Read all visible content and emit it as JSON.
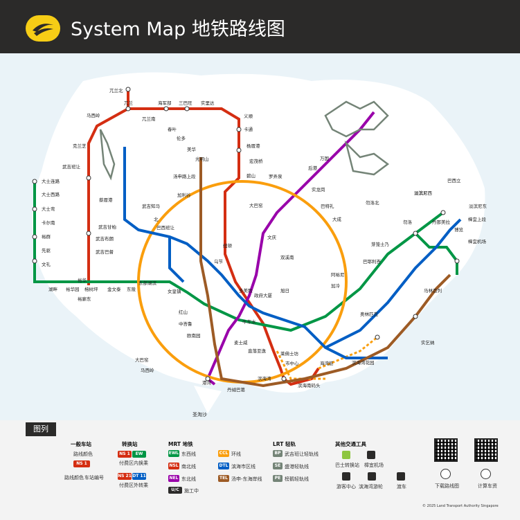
{
  "header": {
    "title": "System Map 地铁路线图"
  },
  "legend": {
    "tab": "图列",
    "station_title": "一般车站",
    "station_name_sample": "路线颜色",
    "station_code": "NS 1",
    "station_line": "路线颜色",
    "station_number": "车站编号",
    "interchange_title": "转换站",
    "interchange_paid": "付费区内换乘",
    "interchange_unpaid": "付费区外转乘",
    "mrt_title": "MRT 地铁",
    "lrt_title": "LRT 轻轨",
    "other_title": "其他交通工具",
    "mrt_lines": [
      {
        "code": "EWL",
        "name": "东西线",
        "color": "#009645"
      },
      {
        "code": "NSL",
        "name": "南北线",
        "color": "#d42e12"
      },
      {
        "code": "NEL",
        "name": "东北线",
        "color": "#9900aa"
      },
      {
        "code": "CCL",
        "name": "环线",
        "color": "#fa9e0d"
      },
      {
        "code": "DTL",
        "name": "滨海市区线",
        "color": "#005ec4"
      },
      {
        "code": "TEL",
        "name": "汤申-东海岸线",
        "color": "#9d5b25"
      }
    ],
    "under_construction": "施工中",
    "lrt_lines": [
      {
        "code": "BP",
        "name": "武吉班让轻轨线",
        "color": "#748477"
      },
      {
        "code": "SE",
        "name": "盛港轻轨线",
        "color": "#748477"
      },
      {
        "code": "PE",
        "name": "榜鹅轻轨线",
        "color": "#748477"
      }
    ],
    "other": [
      "巴士转换站",
      "樟宜机场",
      "游客中心",
      "滨海湾游轮",
      "渡车"
    ],
    "download": "下载路线图",
    "fares": "计算车资",
    "copyright": "© 2025 Land Transport Authority Singapore"
  },
  "map": {
    "station_labels": [
      "兀兰北",
      "兀兰",
      "海军部",
      "三巴旺",
      "实里达",
      "义顺",
      "马西岭",
      "兀兰南",
      "春叶",
      "卡通",
      "克兰芝",
      "伦多",
      "杨厝港",
      "美华",
      "光明山",
      "宏茂桥",
      "实龙岗",
      "汤申路上段",
      "碧山",
      "罗弄泉",
      "武吉班让",
      "蔡厝港",
      "北",
      "加利谷",
      "大巴窑",
      "后港",
      "大士连路",
      "大士西路",
      "大士弯",
      "卡尔南",
      "裕群",
      "先驱",
      "文礼",
      "湖畔",
      "裕华园",
      "榕树坪",
      "金文泰",
      "东陵",
      "武吉巴督",
      "滨海湾花园",
      "丹绒巴葛",
      "马林百列",
      "樟宜机场",
      "巴西立",
      "淡滨尼",
      "丹那美拉",
      "勿洛",
      "巴耶利峇",
      "文庆",
      "牛车水",
      "市中心",
      "裕廊东",
      "勿洛北",
      "淡滨尼西",
      "淡滨尼东",
      "樟宜上段",
      "博览",
      "武吉知马",
      "巴西班让",
      "纽顿",
      "乌节",
      "多美歌",
      "政府大厦",
      "莱佛士坊",
      "滨海湾",
      "滨海南码头",
      "港湾",
      "海湾舫",
      "大巴窑",
      "女皇镇",
      "红山",
      "中峇鲁",
      "欧南园",
      "麦士威",
      "直落亚逸",
      "马西岭",
      "巴特礼",
      "大成",
      "实乞纳",
      "东部湖滨",
      "双溪南",
      "芽笼士乃",
      "阿裕尼",
      "加冷",
      "奥林匹克",
      "万国",
      "裕华",
      "旭日",
      "武吉甘柏",
      "武吉布朗"
    ],
    "lines": [
      {
        "name": "NSL",
        "color": "#d42e12"
      },
      {
        "name": "EWL",
        "color": "#009645"
      },
      {
        "name": "NEL",
        "color": "#9900aa"
      },
      {
        "name": "CCL",
        "color": "#fa9e0d"
      },
      {
        "name": "DTL",
        "color": "#005ec4"
      },
      {
        "name": "TEL",
        "color": "#9d5b25"
      },
      {
        "name": "LRT",
        "color": "#748477"
      }
    ],
    "water_label": "圣淘沙"
  }
}
